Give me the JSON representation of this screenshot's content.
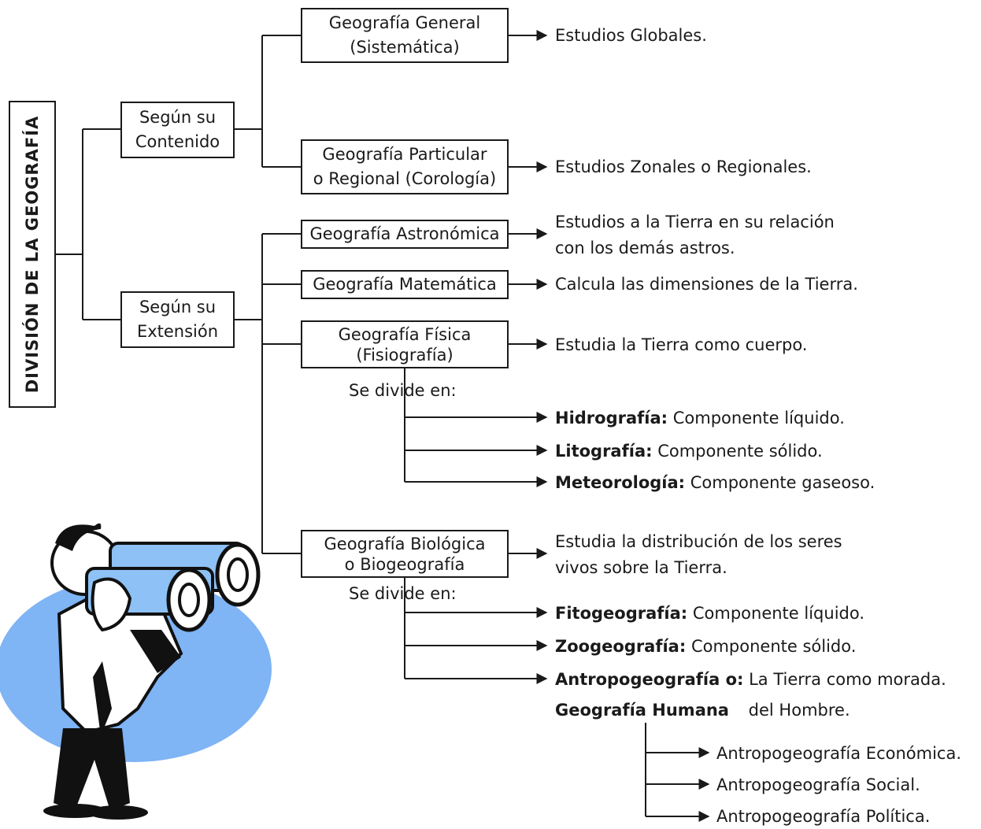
{
  "title": "DIVISIÓN DE LA GEOGRAFÍA",
  "branches": {
    "contenido": [
      "Según su",
      "Contenido"
    ],
    "extension": [
      "Según su",
      "Extensión"
    ]
  },
  "contenido_items": [
    {
      "box": [
        "Geografía General",
        "(Sistemática)"
      ],
      "desc": [
        "Estudios Globales."
      ]
    },
    {
      "box": [
        "Geografía Particular",
        "o Regional (Corología)"
      ],
      "desc": [
        "Estudios Zonales o Regionales."
      ]
    }
  ],
  "extension_items": [
    {
      "box": [
        "Geografía Astronómica"
      ],
      "desc": [
        "Estudios a la Tierra en su relación",
        "con los demás astros."
      ]
    },
    {
      "box": [
        "Geografía Matemática"
      ],
      "desc": [
        "Calcula las dimensiones de la Tierra."
      ]
    },
    {
      "box": [
        "Geografía Física",
        "(Fisiografía)"
      ],
      "desc": [
        "Estudia la Tierra como cuerpo."
      ]
    },
    {
      "box": [
        "Geografía Biológica",
        "o Biogeografía"
      ],
      "desc": [
        "Estudia la distribución de los seres",
        "vivos sobre la Tierra."
      ]
    }
  ],
  "divide_label": "Se divide en:",
  "fisica_subs": [
    {
      "term": "Hidrografía:",
      "desc": "Componente líquido."
    },
    {
      "term": "Litografía:",
      "desc": "Componente sólido."
    },
    {
      "term": "Meteorología:",
      "desc": "Componente gaseoso."
    }
  ],
  "biologica_subs": [
    {
      "term": "Fitogeografía:",
      "desc": "Componente líquido."
    },
    {
      "term": "Zoogeografía:",
      "desc": "Componente sólido."
    },
    {
      "term": "Antropogeografía o:",
      "desc": "La Tierra como morada."
    }
  ],
  "humana": {
    "term": "Geografía Humana",
    "desc": "del Hombre."
  },
  "humana_subs": [
    "Antropogeografía Económica.",
    "Antropogeografía Social.",
    "Antropogeografía Política."
  ],
  "colors": {
    "ink": "#1a1a1a",
    "ellipse": "#7fb4f5",
    "lens": "#8ec1f5"
  }
}
